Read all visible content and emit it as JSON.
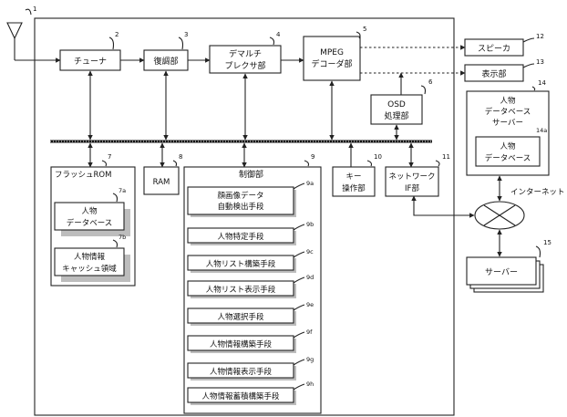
{
  "blocks": {
    "tuner": {
      "label": "チューナ",
      "ref": "2"
    },
    "demod": {
      "label": "復調部",
      "ref": "3"
    },
    "demux": {
      "line1": "デマルチ",
      "line2": "プレクサ部",
      "ref": "4"
    },
    "mpeg": {
      "line1": "MPEG",
      "line2": "デコーダ部",
      "ref": "5"
    },
    "osd": {
      "line1": "OSD",
      "line2": "処理部",
      "ref": "6"
    },
    "speaker": {
      "label": "スピーカ",
      "ref": "12"
    },
    "display": {
      "label": "表示部",
      "ref": "13"
    },
    "flash": {
      "label": "フラッシュROM",
      "ref": "7"
    },
    "person_db": {
      "line1": "人物",
      "line2": "データベース",
      "ref": "7a"
    },
    "person_cache": {
      "line1": "人物情報",
      "line2": "キャッシュ領域",
      "ref": "7b"
    },
    "ram": {
      "label": "RAM",
      "ref": "8"
    },
    "control": {
      "label": "制御部",
      "ref": "9"
    },
    "key": {
      "line1": "キー",
      "line2": "操作部",
      "ref": "10"
    },
    "network": {
      "line1": "ネットワーク",
      "line2": "IF部",
      "ref": "11"
    },
    "server_db": {
      "line1": "人物",
      "line2": "データベース",
      "line3": "サーバー",
      "ref": "14"
    },
    "server_db_inner": {
      "line1": "人物",
      "line2": "データベース",
      "ref": "14a"
    },
    "internet": {
      "label": "インターネット"
    },
    "server": {
      "label": "サーバー",
      "ref": "15"
    },
    "antenna": {
      "ref": "1"
    }
  },
  "control_means": [
    {
      "line1": "顔画像データ",
      "line2": "自動検出手段",
      "ref": "9a"
    },
    {
      "line1": "人物特定手段",
      "ref": "9b"
    },
    {
      "line1": "人物リスト構築手段",
      "ref": "9c"
    },
    {
      "line1": "人物リスト表示手段",
      "ref": "9d"
    },
    {
      "line1": "人物選択手段",
      "ref": "9e"
    },
    {
      "line1": "人物情報構築手段",
      "ref": "9f"
    },
    {
      "line1": "人物情報表示手段",
      "ref": "9g"
    },
    {
      "line1": "人物情報蓄積構築手段",
      "ref": "9h"
    }
  ]
}
